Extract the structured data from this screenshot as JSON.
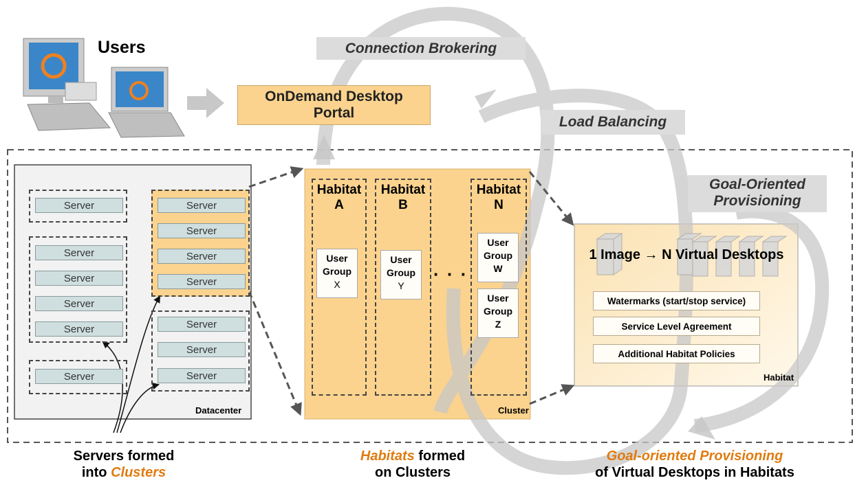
{
  "users_label": "Users",
  "portal": {
    "line1": "OnDemand Desktop",
    "line2": "Portal"
  },
  "flows": {
    "connection_brokering": "Connection Brokering",
    "load_balancing": "Load Balancing",
    "goal_oriented_line1": "Goal-Oriented",
    "goal_oriented_line2": "Provisioning"
  },
  "datacenter": {
    "label": "Datacenter",
    "server_label": "Server"
  },
  "cluster": {
    "label": "Cluster",
    "habitats": [
      {
        "title1": "Habitat",
        "title2": "A"
      },
      {
        "title1": "Habitat",
        "title2": "B"
      },
      {
        "title1": "Habitat",
        "title2": "N"
      }
    ],
    "ellipsis": "· · ·",
    "user_groups": [
      {
        "l1": "User",
        "l2": "Group",
        "l3": "X"
      },
      {
        "l1": "User",
        "l2": "Group",
        "l3": "Y"
      },
      {
        "l1": "User",
        "l2": "Group",
        "l3": "W"
      },
      {
        "l1": "User",
        "l2": "Group",
        "l3": "Z"
      }
    ]
  },
  "habitat_detail": {
    "headline": "1 Image → N Virtual Desktops",
    "policies": [
      "Watermarks (start/stop service)",
      "Service Level Agreement",
      "Additional Habitat Policies"
    ],
    "label": "Habitat"
  },
  "captions": {
    "left_line1": "Servers formed",
    "left_line2_a": "into ",
    "left_line2_b": "Clusters",
    "mid_line1_a": "Habitats",
    "mid_line1_b": " formed",
    "mid_line2": "on Clusters",
    "right_line1": "Goal-oriented Provisioning",
    "right_line2": "of Virtual Desktops in Habitats"
  },
  "colors": {
    "accent_orange": "#e07b10",
    "panel_orange": "#fbd38e",
    "server_fill": "#cfdfdf"
  }
}
